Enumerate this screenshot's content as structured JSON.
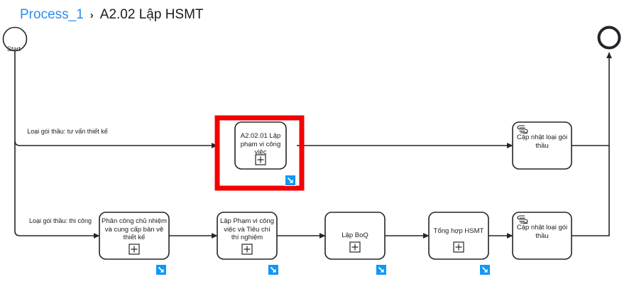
{
  "breadcrumb": {
    "root_label": "Process_1",
    "separator": "›",
    "current_label": "A2.02 Lập HSMT"
  },
  "events": {
    "start": {
      "name": "start-event",
      "label": "Start"
    },
    "end": {
      "name": "end-event",
      "label": ""
    }
  },
  "flow_labels": {
    "branch_top": "Loại gói thầu: tư vấn thiết kế",
    "branch_bottom": "Loại gói thầu: thi công"
  },
  "tasks": {
    "top_row": [
      {
        "id": "task-a20201",
        "label": "A2.02.01 Lập phạm vi công việc",
        "marker": "collapsed-subprocess",
        "highlighted": true,
        "badge": "drill-down"
      },
      {
        "id": "task-capnhat-top",
        "label": "Cập nhật loại gói thầu",
        "marker": "script",
        "highlighted": false,
        "badge": "none"
      }
    ],
    "bottom_row": [
      {
        "id": "task-phancong",
        "label": "Phân công chủ nhiệm và cung cấp bản vẽ thiết kế",
        "marker": "collapsed-subprocess",
        "highlighted": false,
        "badge": "drill-down"
      },
      {
        "id": "task-lapphamvi",
        "label": "Lập Phạm vi công việc và Tiêu chí thí nghiệm",
        "marker": "collapsed-subprocess",
        "highlighted": false,
        "badge": "drill-down"
      },
      {
        "id": "task-lapboq",
        "label": "Lập BoQ",
        "marker": "collapsed-subprocess",
        "highlighted": false,
        "badge": "drill-down"
      },
      {
        "id": "task-tonghop",
        "label": "Tổng hợp HSMT",
        "marker": "collapsed-subprocess",
        "highlighted": false,
        "badge": "drill-down"
      },
      {
        "id": "task-capnhat-bottom",
        "label": "Cập nhật loại gói thầu",
        "marker": "script",
        "highlighted": false,
        "badge": "none"
      }
    ]
  },
  "colors": {
    "stroke": "#22252a",
    "highlight": "#f40000",
    "badge": "#1098f7",
    "link": "#2a8cf0",
    "canvas": "#ffffff"
  }
}
